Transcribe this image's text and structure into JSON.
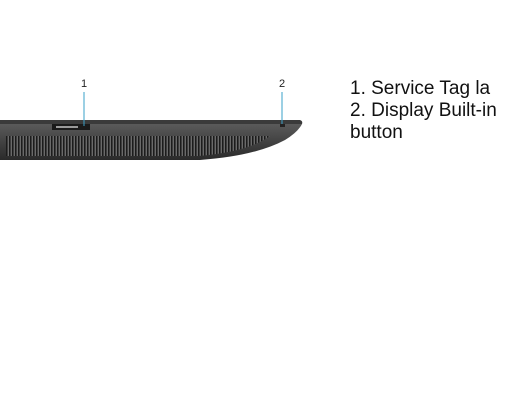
{
  "callouts": [
    {
      "number": "1"
    },
    {
      "number": "2"
    }
  ],
  "legend": {
    "line1": "1. Service Tag la",
    "line2": "2. Display Built-in",
    "line3": "button"
  },
  "colors": {
    "device_body": "#4a4a4a",
    "device_top": "#2e2e2e",
    "vent": "#1f1f1f",
    "leader": "#3aa0c8",
    "text": "#111111"
  }
}
